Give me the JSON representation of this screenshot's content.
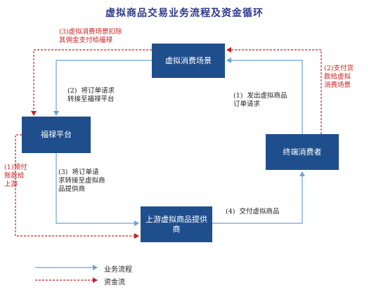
{
  "title": "虚拟商品交易业务流程及资金循环",
  "boxes": {
    "scene": "虚拟消费场景",
    "platform": "福禄平台",
    "consumer": "终端消费者",
    "upstream": "上游虚拟商品提供商"
  },
  "business_steps": {
    "step1": "(1)  发出虚拟商品\n订单请求",
    "step2": "(2)  将订单请求\n转接至福禄平台",
    "step3": "(3)  将订单请\n求转接至虚拟商\n品提供商",
    "step4": "(4)  交付虚拟商品"
  },
  "fund_steps": {
    "money1": "(1)预付\n账款给\n上游",
    "money2": "(2)支付货\n款给虚拟\n消费场景",
    "money3": "(3)虚拟消费场景扣除\n其佣金支付给福禄"
  },
  "legend": {
    "business_flow": "业务流程",
    "fund_flow": "资金流"
  },
  "colors": {
    "box_fill": "#1f4e8c",
    "business_line": "#6f9fd8",
    "fund_line": "#cc1f1f",
    "title": "#2e3a8c"
  }
}
